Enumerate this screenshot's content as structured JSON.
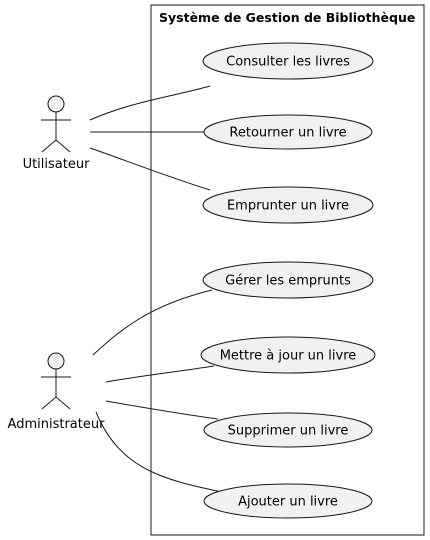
{
  "system": {
    "title": "Système de Gestion de Bibliothèque"
  },
  "actors": [
    {
      "id": "utilisateur",
      "label": "Utilisateur"
    },
    {
      "id": "administrateur",
      "label": "Administrateur"
    }
  ],
  "use_cases": [
    {
      "id": "consulter",
      "label": "Consulter les livres"
    },
    {
      "id": "retourner",
      "label": "Retourner un livre"
    },
    {
      "id": "emprunter",
      "label": "Emprunter un livre"
    },
    {
      "id": "gerer",
      "label": "Gérer les emprunts"
    },
    {
      "id": "mettre",
      "label": "Mettre à jour un livre"
    },
    {
      "id": "supprimer",
      "label": "Supprimer un livre"
    },
    {
      "id": "ajouter",
      "label": "Ajouter un livre"
    }
  ],
  "associations": [
    {
      "actor": "utilisateur",
      "use_case": "consulter"
    },
    {
      "actor": "utilisateur",
      "use_case": "retourner"
    },
    {
      "actor": "utilisateur",
      "use_case": "emprunter"
    },
    {
      "actor": "administrateur",
      "use_case": "gerer"
    },
    {
      "actor": "administrateur",
      "use_case": "mettre"
    },
    {
      "actor": "administrateur",
      "use_case": "supprimer"
    },
    {
      "actor": "administrateur",
      "use_case": "ajouter"
    }
  ],
  "colors": {
    "ellipse_fill": "#f1f1f1",
    "stroke": "#181818",
    "background": "#ffffff"
  }
}
